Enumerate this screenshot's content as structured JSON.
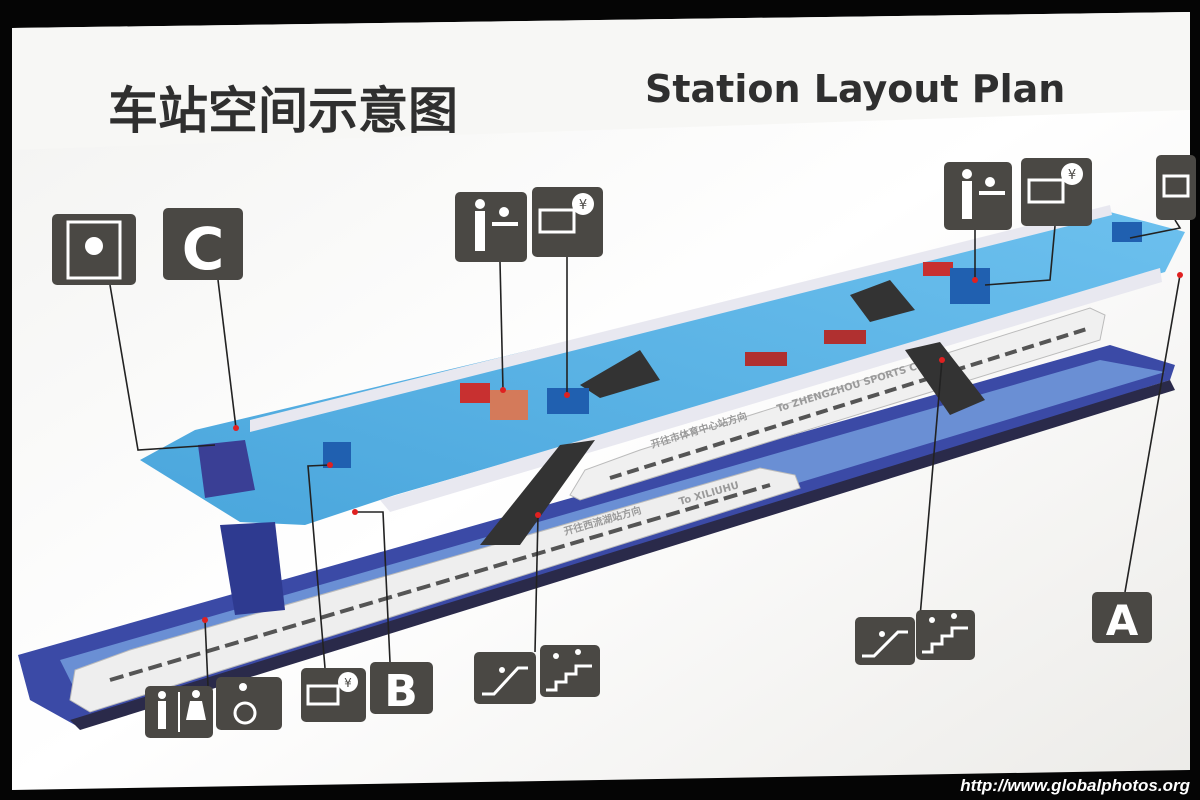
{
  "sign": {
    "title_zh": "车站空间示意图",
    "title_en": "Station Layout Plan"
  },
  "exits": {
    "a": "A",
    "b": "B",
    "c": "C"
  },
  "trains": {
    "upper_zh": "开往市体育中心站方向",
    "upper_en": "To ZHENGZHOU SPORTS CENTER",
    "lower_zh": "开往西流湖站方向",
    "lower_en": "To XILIUHU"
  },
  "currency_symbol": "¥",
  "icons": [
    "elevator-icon",
    "info-desk-icon",
    "ticket-machine-icon",
    "toilet-icon",
    "wheelchair-icon",
    "escalator-icon",
    "stairs-icon"
  ],
  "credit": "http://www.globalphotos.org",
  "colors": {
    "concourse": "#5aaee0",
    "platform": "#3a4fa8",
    "icon_bg": "#4a4844"
  }
}
